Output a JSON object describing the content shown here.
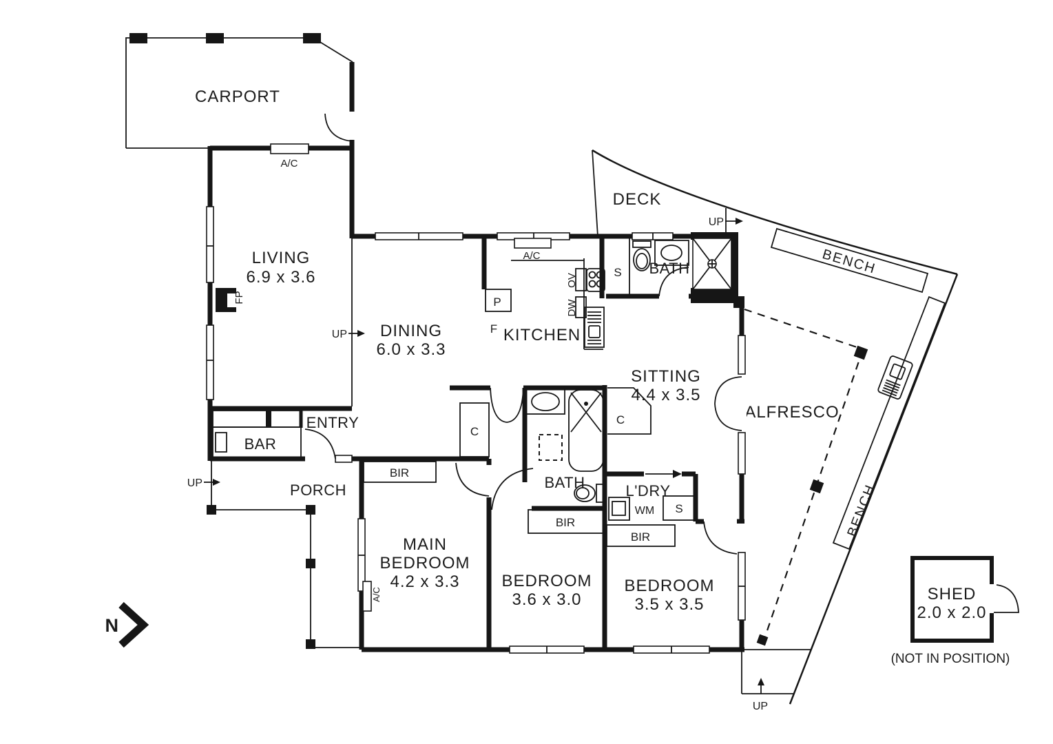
{
  "plan": {
    "carport": {
      "label": "CARPORT"
    },
    "living": {
      "label": "LIVING",
      "dims": "6.9 x 3.6"
    },
    "dining": {
      "label": "DINING",
      "dims": "6.0 x 3.3"
    },
    "kitchen": {
      "label": "KITCHEN"
    },
    "deck": {
      "label": "DECK"
    },
    "bath_top": {
      "label": "BATH"
    },
    "bath_main": {
      "label": "BATH"
    },
    "sitting": {
      "label": "SITTING",
      "dims": "4.4 x 3.5"
    },
    "alfresco": {
      "label": "ALFRESCO"
    },
    "entry": {
      "label": "ENTRY"
    },
    "bar": {
      "label": "BAR"
    },
    "porch": {
      "label": "PORCH"
    },
    "main_bedroom": {
      "line1": "MAIN",
      "line2": "BEDROOM",
      "dims": "4.2 x 3.3"
    },
    "bedroom2": {
      "label": "BEDROOM",
      "dims": "3.6 x 3.0"
    },
    "bedroom3": {
      "label": "BEDROOM",
      "dims": "3.5 x 3.5"
    },
    "laundry": {
      "label": "L'DRY"
    },
    "shed": {
      "label": "SHED",
      "dims": "2.0 x 2.0",
      "note": "(NOT IN POSITION)"
    },
    "bench": "BENCH",
    "north": "N"
  },
  "tags": {
    "up": "UP",
    "ac": "A/C",
    "fp": "FP",
    "ov": "OV",
    "dw": "DW",
    "wm": "WM",
    "s": "S",
    "c": "C",
    "p": "P",
    "f": "F",
    "bir": "BIR"
  },
  "colors": {
    "line": "#161616",
    "background": "#ffffff"
  }
}
